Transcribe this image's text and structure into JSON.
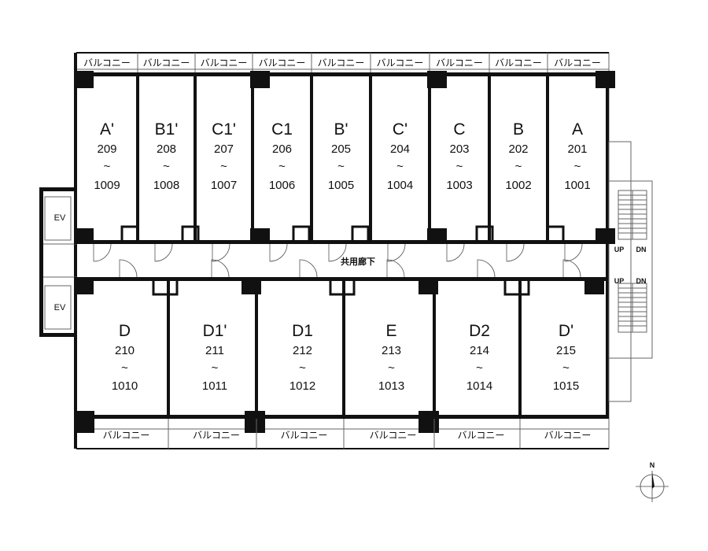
{
  "corridor_label": "共用廊下",
  "balcony_label": "バルコニー",
  "elevator_label": "EV",
  "stair_up_label": "UP",
  "stair_down_label": "DN",
  "compass_label": "N",
  "range_mark": "~",
  "north_units": [
    {
      "type": "A'",
      "first": "209",
      "last": "1009"
    },
    {
      "type": "B1'",
      "first": "208",
      "last": "1008"
    },
    {
      "type": "C1'",
      "first": "207",
      "last": "1007"
    },
    {
      "type": "C1",
      "first": "206",
      "last": "1006"
    },
    {
      "type": "B'",
      "first": "205",
      "last": "1005"
    },
    {
      "type": "C'",
      "first": "204",
      "last": "1004"
    },
    {
      "type": "C",
      "first": "203",
      "last": "1003"
    },
    {
      "type": "B",
      "first": "202",
      "last": "1002"
    },
    {
      "type": "A",
      "first": "201",
      "last": "1001"
    }
  ],
  "south_units": [
    {
      "type": "D",
      "first": "210",
      "last": "1010"
    },
    {
      "type": "D1'",
      "first": "211",
      "last": "1011"
    },
    {
      "type": "D1",
      "first": "212",
      "last": "1012"
    },
    {
      "type": "E",
      "first": "213",
      "last": "1013"
    },
    {
      "type": "D2",
      "first": "214",
      "last": "1014"
    },
    {
      "type": "D'",
      "first": "215",
      "last": "1015"
    }
  ]
}
